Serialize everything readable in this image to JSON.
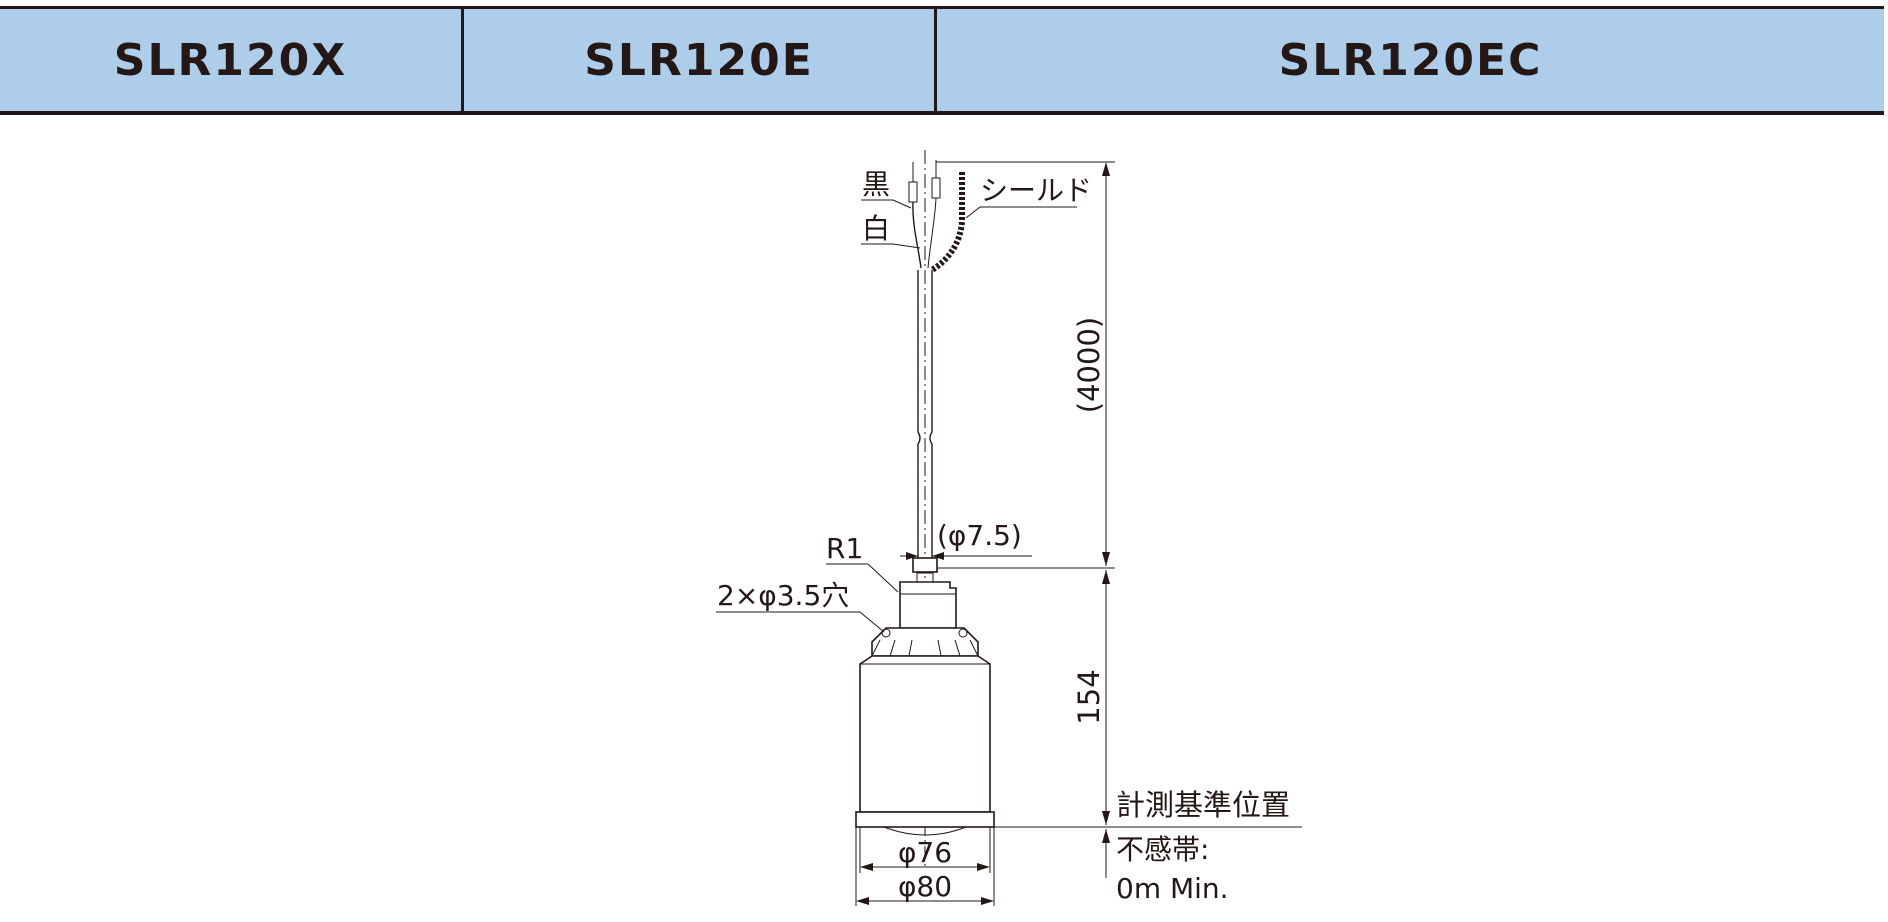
{
  "header": {
    "models": [
      "SLR120X",
      "SLR120E",
      "SLR120EC"
    ]
  },
  "drawing": {
    "labels": {
      "black_wire": "黒",
      "white_wire": "白",
      "shield": "シールド",
      "cable_length": "(4000)",
      "cable_diameter": "(φ7.5)",
      "radius": "R1",
      "holes": "2×φ3.5穴",
      "body_height": "154",
      "reference_position": "計測基準位置",
      "dead_band_label": "不感帯:",
      "dead_band_value": "0m Min.",
      "inner_diameter": "φ76",
      "outer_diameter": "φ80"
    }
  }
}
